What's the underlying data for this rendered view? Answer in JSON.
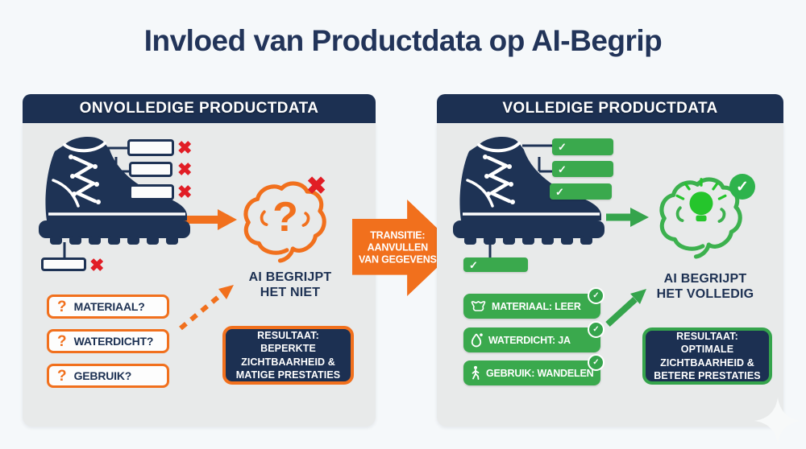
{
  "title": "Invloed van Productdata op AI-Begrip",
  "glyphs": {
    "cross": "✖",
    "check": "✓",
    "question_mark": "?"
  },
  "colors": {
    "navy": "#1c3052",
    "orange": "#f1701d",
    "green": "#3aa94d",
    "bright_green": "#25c52c",
    "red": "#e11d25",
    "panel_bg": "#e8eaea"
  },
  "left_panel": {
    "header": "ONVOLLEDIGE PRODUCTDATA",
    "ai_caption": [
      "AI BEGRIJPT",
      "HET NIET"
    ],
    "question_boxes": [
      {
        "label": "MATERIAAL?"
      },
      {
        "label": "WATERDICHT?"
      },
      {
        "label": "GEBRUIK?"
      }
    ],
    "result_lines": [
      "RESULTAAT:",
      "BEPERKTE",
      "ZICHTBAARHEID &",
      "MATIGE PRESTATIES"
    ]
  },
  "transition": {
    "lines": [
      "TRANSITIE:",
      "AANVULLEN",
      "VAN GEGEVENS"
    ]
  },
  "right_panel": {
    "header": "VOLLEDIGE PRODUCTDATA",
    "ai_caption": [
      "AI BEGRIJPT",
      "HET VOLLEDIG"
    ],
    "attribute_boxes": [
      {
        "icon": "leather-icon",
        "label": "MATERIAAL: LEER"
      },
      {
        "icon": "droplet-icon",
        "label": "WATERDICHT: JA"
      },
      {
        "icon": "walking-icon",
        "label": "GEBRUIK: WANDELEN"
      }
    ],
    "result_lines": [
      "RESULTAAT:",
      "OPTIMALE",
      "ZICHTBAARHEID &",
      "BETERE PRESTATIES"
    ]
  }
}
